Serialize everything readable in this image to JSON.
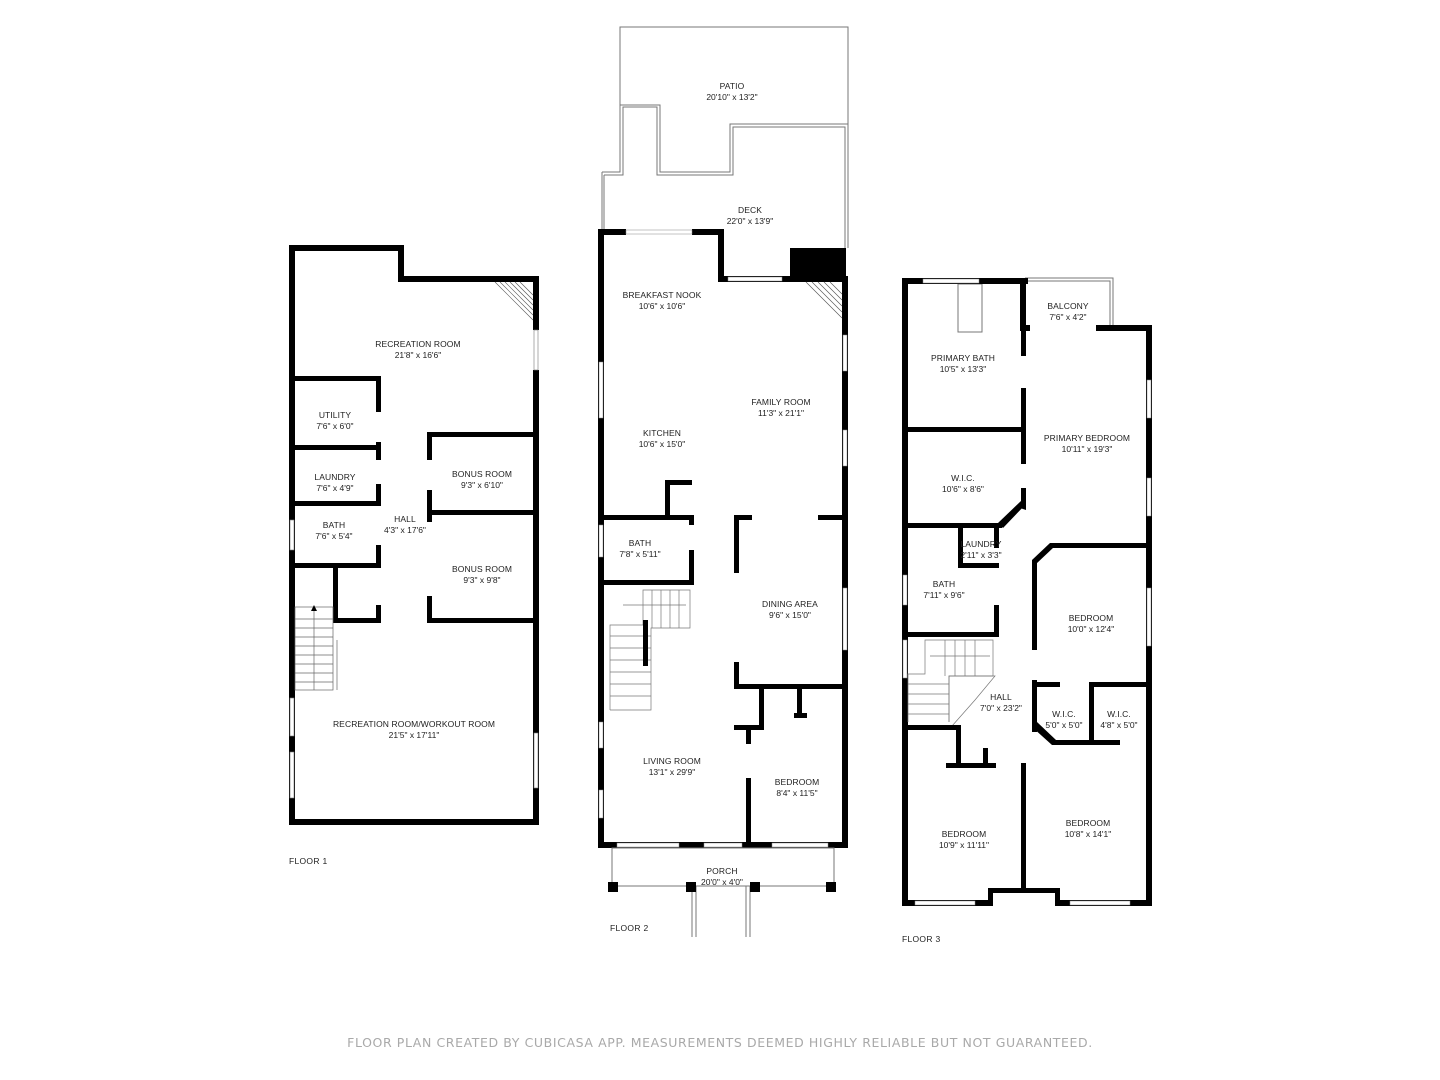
{
  "floors": [
    {
      "label": "FLOOR 1",
      "rooms": [
        {
          "name": "RECREATION ROOM",
          "dims": "21'8\" x 16'6\""
        },
        {
          "name": "UTILITY",
          "dims": "7'6\" x 6'0\""
        },
        {
          "name": "LAUNDRY",
          "dims": "7'6\" x 4'9\""
        },
        {
          "name": "BATH",
          "dims": "7'6\" x 5'4\""
        },
        {
          "name": "HALL",
          "dims": "4'3\" x 17'6\""
        },
        {
          "name": "BONUS ROOM",
          "dims": "9'3\" x 6'10\""
        },
        {
          "name": "BONUS ROOM",
          "dims": "9'3\" x 9'8\""
        },
        {
          "name": "RECREATION ROOM/WORKOUT ROOM",
          "dims": "21'5\" x 17'11\""
        }
      ]
    },
    {
      "label": "FLOOR 2",
      "rooms": [
        {
          "name": "PATIO",
          "dims": "20'10\" x 13'2\""
        },
        {
          "name": "DECK",
          "dims": "22'0\" x 13'9\""
        },
        {
          "name": "BREAKFAST NOOK",
          "dims": "10'6\" x 10'6\""
        },
        {
          "name": "FAMILY ROOM",
          "dims": "11'3\" x 21'1\""
        },
        {
          "name": "KITCHEN",
          "dims": "10'6\" x 15'0\""
        },
        {
          "name": "BATH",
          "dims": "7'8\" x 5'11\""
        },
        {
          "name": "DINING AREA",
          "dims": "9'6\" x 15'0\""
        },
        {
          "name": "LIVING ROOM",
          "dims": "13'1\" x 29'9\""
        },
        {
          "name": "BEDROOM",
          "dims": "8'4\" x 11'5\""
        },
        {
          "name": "PORCH",
          "dims": "20'0\" x 4'0\""
        }
      ]
    },
    {
      "label": "FLOOR 3",
      "rooms": [
        {
          "name": "BALCONY",
          "dims": "7'6\" x 4'2\""
        },
        {
          "name": "PRIMARY BATH",
          "dims": "10'5\" x 13'3\""
        },
        {
          "name": "PRIMARY BEDROOM",
          "dims": "10'11\" x 19'3\""
        },
        {
          "name": "W.I.C.",
          "dims": "10'6\" x 8'6\""
        },
        {
          "name": "LAUNDRY",
          "dims": "2'11\" x 3'3\""
        },
        {
          "name": "BATH",
          "dims": "7'11\" x 9'6\""
        },
        {
          "name": "BEDROOM",
          "dims": "10'0\" x 12'4\""
        },
        {
          "name": "HALL",
          "dims": "7'0\" x 23'2\""
        },
        {
          "name": "W.I.C.",
          "dims": "5'0\" x 5'0\""
        },
        {
          "name": "W.I.C.",
          "dims": "4'8\" x 5'0\""
        },
        {
          "name": "BEDROOM",
          "dims": "10'9\" x 11'11\""
        },
        {
          "name": "BEDROOM",
          "dims": "10'8\" x 14'1\""
        }
      ]
    }
  ],
  "footer": "FLOOR PLAN CREATED BY CUBICASA APP. MEASUREMENTS DEEMED HIGHLY RELIABLE BUT NOT GUARANTEED."
}
